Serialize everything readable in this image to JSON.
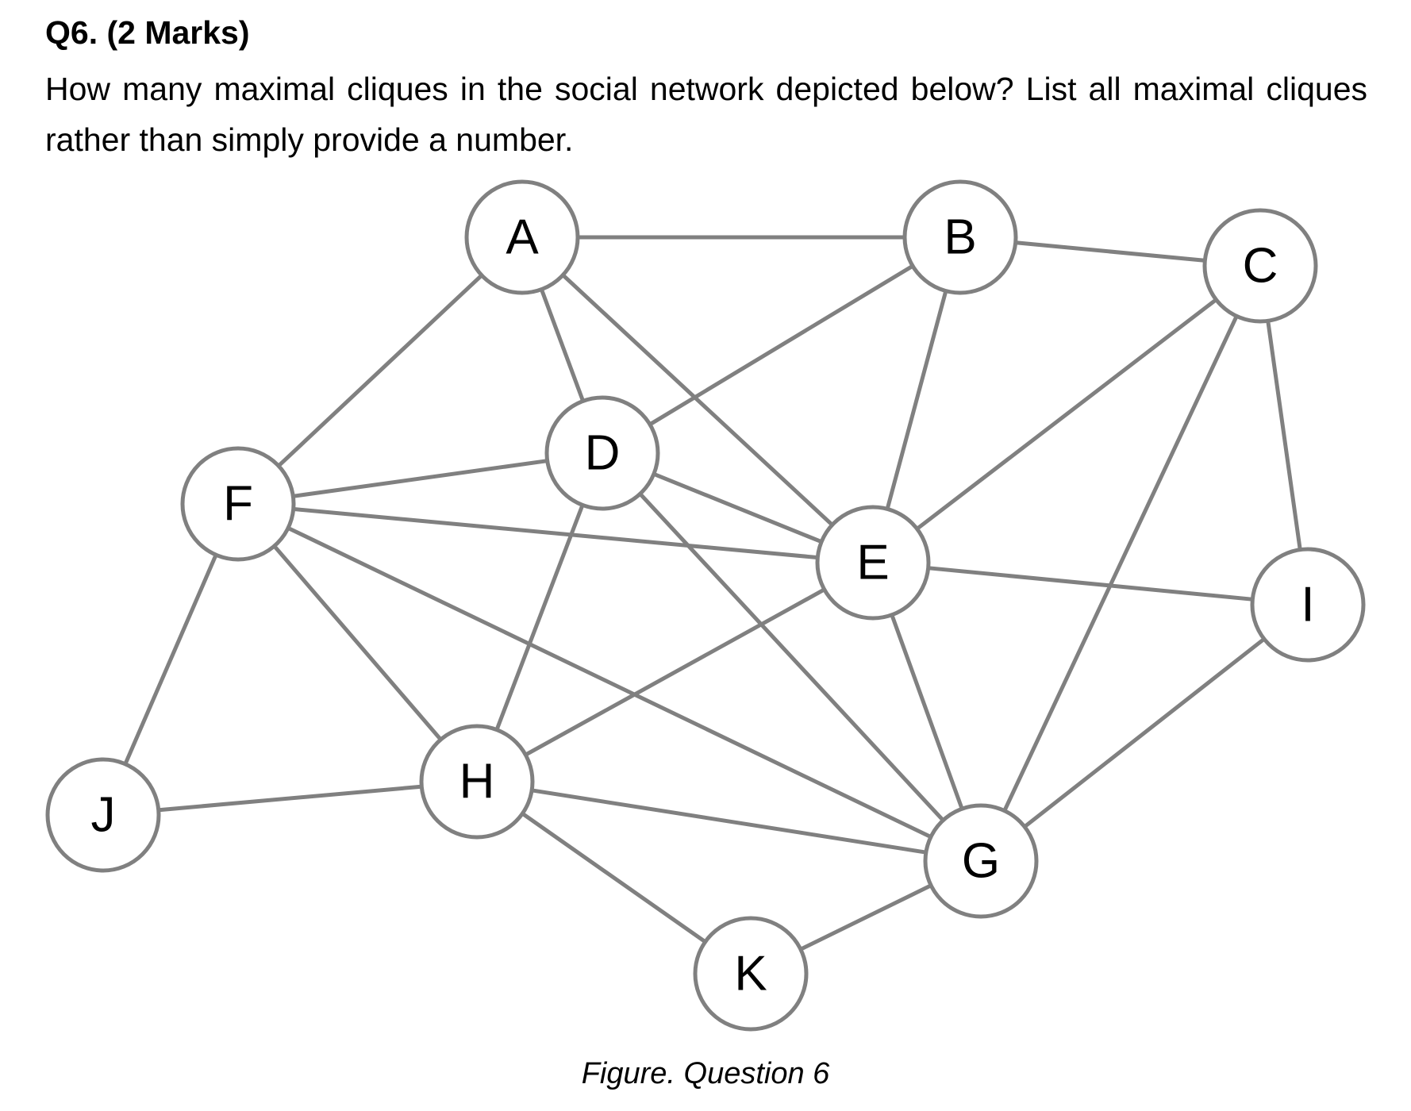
{
  "question": {
    "title": "Q6. (2 Marks)",
    "text": "How many maximal cliques in the social network depicted below? List all maximal cliques rather than simply provide a number."
  },
  "graph": {
    "nodes": [
      {
        "id": "A",
        "label": "A"
      },
      {
        "id": "B",
        "label": "B"
      },
      {
        "id": "C",
        "label": "C"
      },
      {
        "id": "D",
        "label": "D"
      },
      {
        "id": "E",
        "label": "E"
      },
      {
        "id": "F",
        "label": "F"
      },
      {
        "id": "G",
        "label": "G"
      },
      {
        "id": "H",
        "label": "H"
      },
      {
        "id": "I",
        "label": "I"
      },
      {
        "id": "J",
        "label": "J"
      },
      {
        "id": "K",
        "label": "K"
      }
    ],
    "edges": [
      [
        "A",
        "B"
      ],
      [
        "A",
        "F"
      ],
      [
        "A",
        "D"
      ],
      [
        "A",
        "E"
      ],
      [
        "B",
        "C"
      ],
      [
        "B",
        "D"
      ],
      [
        "B",
        "E"
      ],
      [
        "C",
        "E"
      ],
      [
        "C",
        "G"
      ],
      [
        "C",
        "I"
      ],
      [
        "F",
        "D"
      ],
      [
        "F",
        "E"
      ],
      [
        "F",
        "H"
      ],
      [
        "F",
        "G"
      ],
      [
        "F",
        "J"
      ],
      [
        "D",
        "E"
      ],
      [
        "D",
        "H"
      ],
      [
        "D",
        "G"
      ],
      [
        "E",
        "I"
      ],
      [
        "E",
        "H"
      ],
      [
        "E",
        "G"
      ],
      [
        "I",
        "G"
      ],
      [
        "J",
        "H"
      ],
      [
        "H",
        "G"
      ],
      [
        "H",
        "K"
      ],
      [
        "K",
        "G"
      ]
    ],
    "edge_color": "#808080",
    "node_stroke_color": "#808080",
    "node_fill_color": "#ffffff"
  },
  "caption": "Figure. Question 6"
}
